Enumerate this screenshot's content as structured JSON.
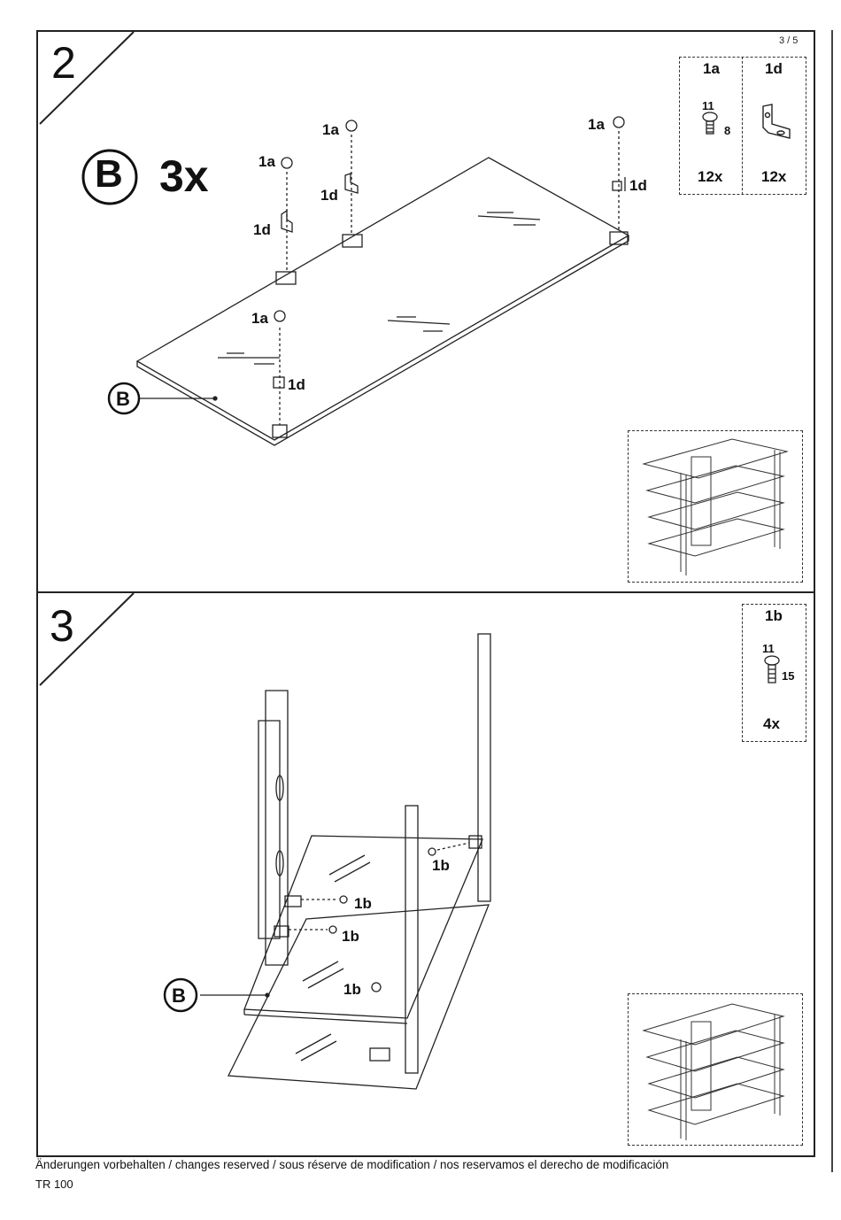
{
  "page": {
    "number": "3 / 5"
  },
  "step2": {
    "number": "2",
    "part_letter": "B",
    "multiplier": "3x",
    "callout_letter": "B",
    "labels": {
      "screw": "1a",
      "bracket": "1d"
    },
    "parts_box": {
      "col1": {
        "id": "1a",
        "dim_head": "11",
        "dim_len": "8",
        "qty": "12x"
      },
      "col2": {
        "id": "1d",
        "qty": "12x"
      }
    }
  },
  "step3": {
    "number": "3",
    "callout_letter": "B",
    "labels": {
      "bolt": "1b"
    },
    "parts_box": {
      "id": "1b",
      "dim_head": "11",
      "dim_len": "15",
      "qty": "4x"
    }
  },
  "footer": {
    "disclaimer": "Änderungen vorbehalten / changes reserved / sous réserve de modification / nos reservamos el derecho de modificación",
    "model": "TR 100"
  }
}
